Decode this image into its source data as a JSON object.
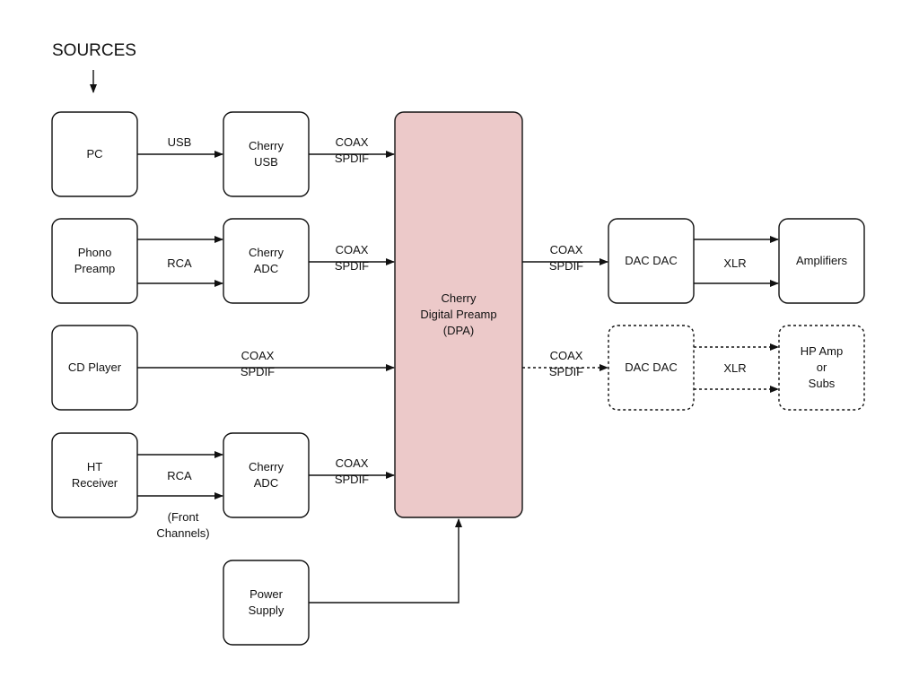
{
  "heading": "SOURCES",
  "colors": {
    "line": "#111111",
    "box_fill": "#ffffff",
    "dpa_fill": "#ecc9c9"
  },
  "blocks": {
    "pc": [
      "PC"
    ],
    "cherry_usb": [
      "Cherry",
      "USB"
    ],
    "phono": [
      "Phono",
      "Preamp"
    ],
    "cherry_adc_1": [
      "Cherry",
      "ADC"
    ],
    "cd": [
      "CD Player"
    ],
    "ht": [
      "HT",
      "Receiver"
    ],
    "cherry_adc_2": [
      "Cherry",
      "ADC"
    ],
    "power": [
      "Power",
      "Supply"
    ],
    "dpa": [
      "Cherry",
      "Digital Preamp",
      "(DPA)"
    ],
    "dac_1": [
      "DAC DAC"
    ],
    "amplifiers": [
      "Amplifiers"
    ],
    "dac_2": [
      "DAC DAC"
    ],
    "hp_amp": [
      "HP Amp",
      "or",
      "Subs"
    ]
  },
  "connection_labels": {
    "usb": [
      "USB"
    ],
    "coax_usb": [
      "COAX",
      "SPDIF"
    ],
    "rca_phono": [
      "RCA"
    ],
    "coax_adc_1": [
      "COAX",
      "SPDIF"
    ],
    "coax_cd": [
      "COAX",
      "SPDIF"
    ],
    "rca_ht": [
      "RCA"
    ],
    "front_channels": [
      "(Front",
      "Channels)"
    ],
    "coax_adc_2": [
      "COAX",
      "SPDIF"
    ],
    "coax_dac_1": [
      "COAX",
      "SPDIF"
    ],
    "xlr_1": [
      "XLR"
    ],
    "coax_dac_2": [
      "COAX",
      "SPDIF"
    ],
    "xlr_2": [
      "XLR"
    ]
  }
}
